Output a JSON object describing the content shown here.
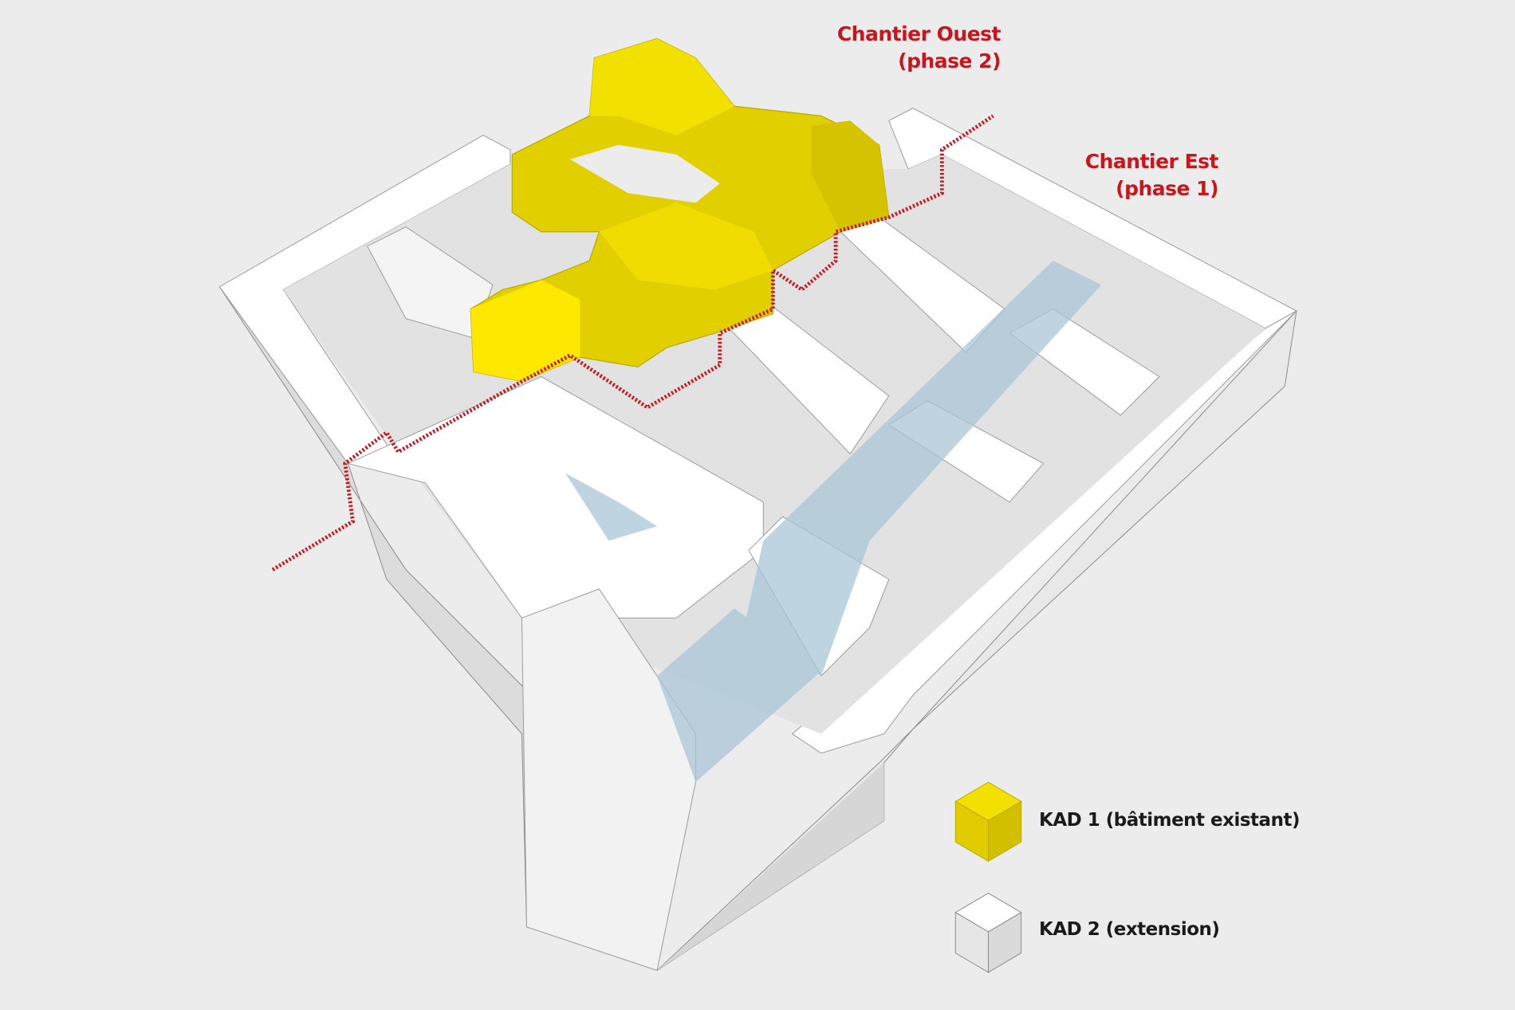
{
  "labels": {
    "west_site": {
      "title": "Chantier Ouest",
      "phase": "(phase 2)"
    },
    "east_site": {
      "title": "Chantier Est",
      "phase": "(phase 1)"
    }
  },
  "legend": [
    {
      "label": "KAD 1 (bâtiment existant)",
      "color": "#e6d200"
    },
    {
      "label": "KAD 2 (extension)",
      "color": "#ffffff"
    }
  ],
  "colors": {
    "background": "#ececec",
    "boundary_line": "#c8161d",
    "glass": "#a9c6d6"
  }
}
